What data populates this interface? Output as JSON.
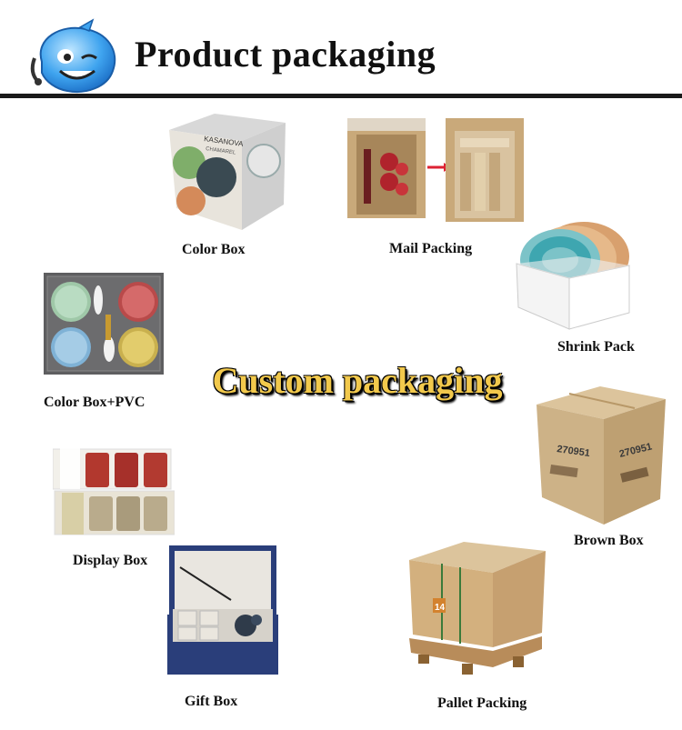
{
  "header": {
    "title": "Product packaging"
  },
  "center_title": "Custom packaging",
  "items": [
    {
      "label": "Color Box"
    },
    {
      "label": "Mail Packing"
    },
    {
      "label": "Shrink Pack"
    },
    {
      "label": "Color Box+PVC"
    },
    {
      "label": "Brown Box"
    },
    {
      "label": "Display Box"
    },
    {
      "label": "Gift Box"
    },
    {
      "label": "Pallet Packing"
    }
  ],
  "box_print": {
    "brand": "KASANOVA",
    "sub": "CHAMAREL",
    "code": "270951",
    "pallet_tag": "14"
  },
  "colors": {
    "rule": "#1a1a1a",
    "accent_title": "#f2c94c",
    "carton": "#c9a97a",
    "gift_box": "#2a3e7a"
  }
}
